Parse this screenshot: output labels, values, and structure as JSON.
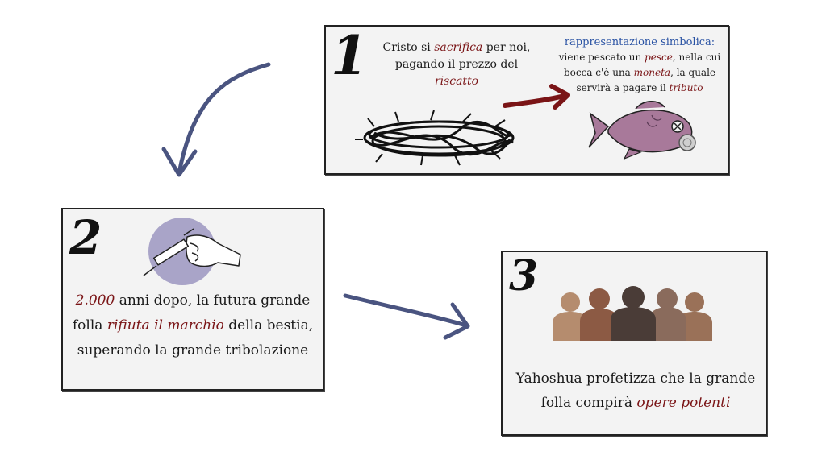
{
  "panel1": {
    "number": "1",
    "sacrifice_text": {
      "pre": "Cristo si ",
      "highlight1": "sacrifica",
      "mid": " per noi, pagando il prezzo del ",
      "highlight2": "riscatto"
    },
    "symbolic": {
      "heading": "rappresentazione simbolica:",
      "pre": "viene pescato un ",
      "h1": "pesce",
      "mid1": ", nella cui bocca c'è una ",
      "h2": "moneta",
      "mid2": ", la quale servirà a pagare il ",
      "h3": "tributo"
    }
  },
  "panel2": {
    "number": "2",
    "text": {
      "h1": "2.000",
      "part1": " anni dopo, la futura grande folla ",
      "h2": "rifiuta il marchio",
      "part2": " della bestia, superando la grande tribolazione"
    }
  },
  "panel3": {
    "number": "3",
    "text": {
      "part1": "Yahoshua profetizza che la grande folla compirà ",
      "h1": "opere potenti"
    }
  },
  "colors": {
    "accent_red": "#7a1416",
    "accent_blue": "#2952a3",
    "arrow": "#4a5480",
    "circle": "#a9a4c8",
    "fish": "#a8799a"
  }
}
